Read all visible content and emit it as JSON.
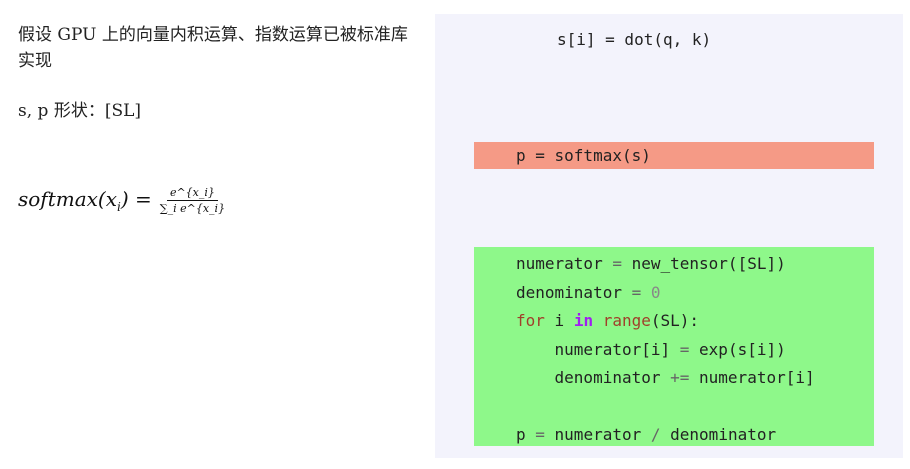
{
  "intro": "假设 GPU 上的向量内积运算、指数运算已被标准库实现",
  "shape_note": "s, p 形状：[SL]",
  "formula": {
    "lhs": "softmax(x",
    "sub": "i",
    "num": "e^{x_i}",
    "den": "∑_i e^{x_i}"
  },
  "code": {
    "line_dot": "s[i] = dot(q, k)",
    "line_softmax": "p = softmax(s)",
    "block": [
      "numerator = new_tensor([SL])",
      "denominator = 0",
      "for i in range(SL):",
      "    numerator[i] = exp(s[i])",
      "    denominator += numerator[i]",
      "",
      "p = numerator / denominator"
    ]
  },
  "colors": {
    "panel": "#f3f3fc",
    "highlight_salmon": "#f59a86",
    "highlight_green": "#8ef88a"
  }
}
